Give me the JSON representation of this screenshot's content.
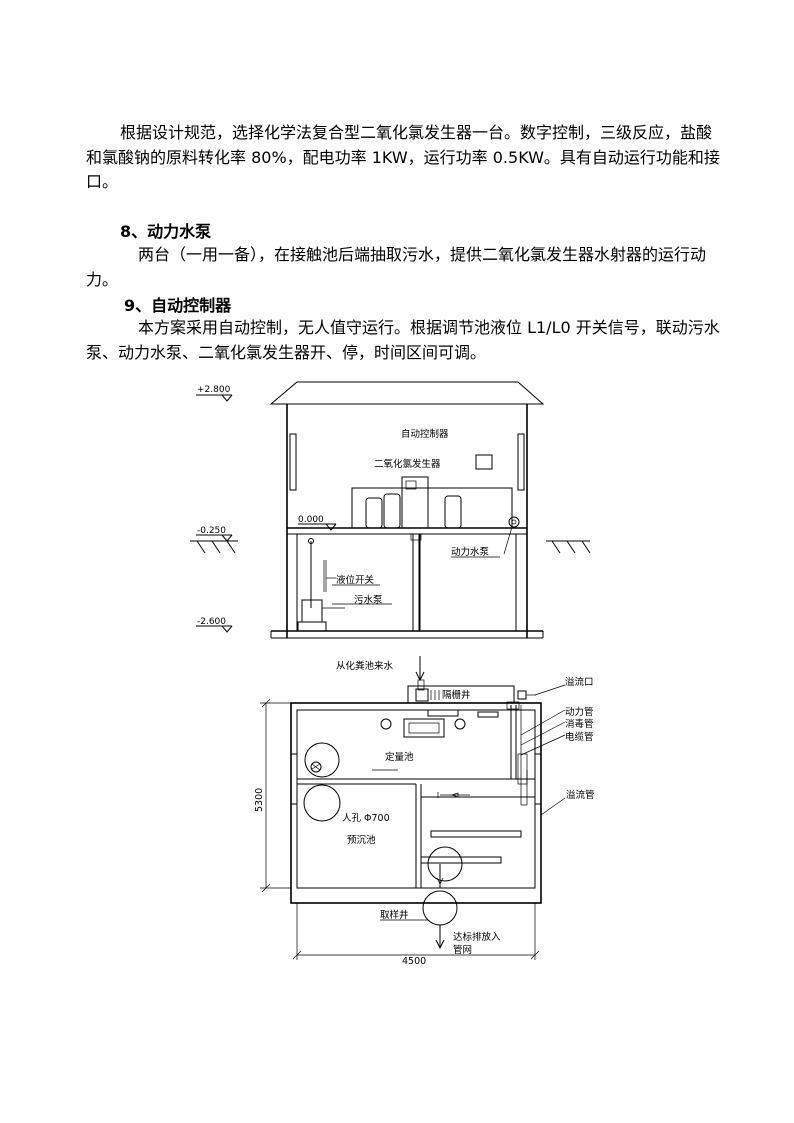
{
  "section7_text": "根据设计规范，选择化学法复合型二氧化氯发生器一台。数字控制，三级反应，盐酸和氯酸钠的原料转化率 80%，配电功率 1KW，运行功率 0.5KW。具有自动运行功能和接口。",
  "section8": {
    "heading": "8、动力水泵",
    "text": "两台（一用一备），在接触池后端抽取污水，提供二氧化氯发生器水射器的运行动力。"
  },
  "section9": {
    "heading": "9、自动控制器",
    "text": "本方案采用自动控制，无人值守运行。根据调节池液位 L1/L0 开关信号，联动污水泵、动力水泵、二氧化氯发生器开、停，时间区间可调。"
  },
  "elevation": {
    "level_top": "+2.800",
    "level_floor": "0.000",
    "level_ground": "-0.250",
    "level_bottom": "-2.600",
    "label_controller": "自动控制器",
    "label_generator": "二氧化氯发生器",
    "label_power_pump": "动力水泵",
    "label_level_switch": "液位开关",
    "label_sewage_pump": "污水泵"
  },
  "plan": {
    "label_inflow": "从化粪池来水",
    "label_grille_well": "隔栅井",
    "label_overflow_port": "溢流口",
    "label_power_pipe": "动力管",
    "label_disinfect_pipe": "消毒管",
    "label_cable_pipe": "电缆管",
    "label_dosing_tank": "定量池",
    "label_overflow_pipe": "溢流管",
    "label_manhole": "人孔 Φ700",
    "label_presettle": "预沉池",
    "label_sampling_well": "取样井",
    "label_discharge": "达标排放入",
    "label_discharge_2": "管网",
    "dim_height": "5300",
    "dim_width": "4500"
  }
}
